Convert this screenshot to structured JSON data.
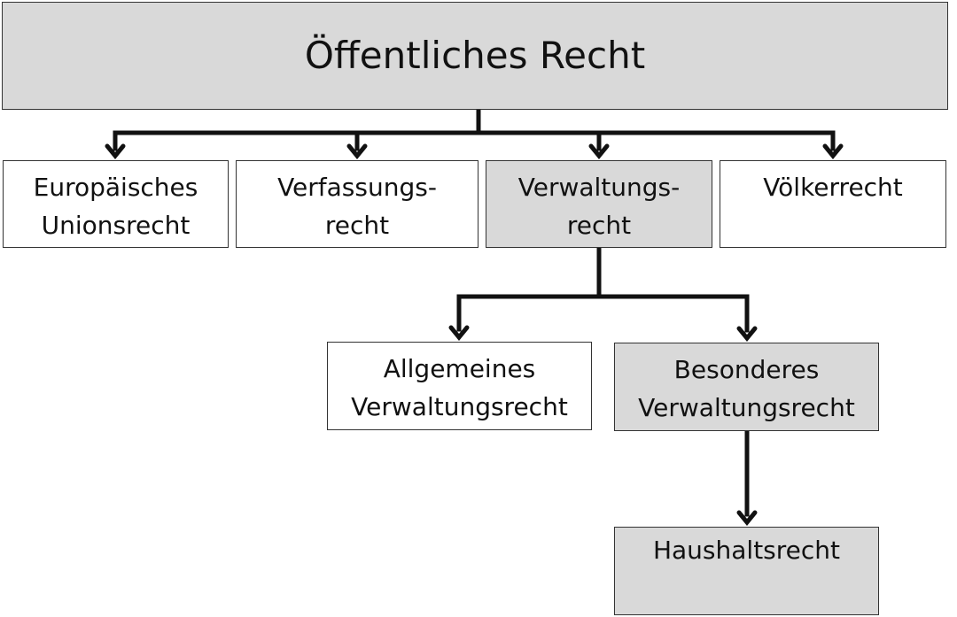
{
  "diagram": {
    "root": {
      "label": "Öffentliches Recht"
    },
    "level1": [
      {
        "label": "Europäisches\nUnionsrecht"
      },
      {
        "label": "Verfassungs-\nrecht"
      },
      {
        "label": "Verwaltungs-\nrecht"
      },
      {
        "label": "Völkerrecht"
      }
    ],
    "level2": [
      {
        "label": "Allgemeines\nVerwaltungsrecht"
      },
      {
        "label": "Besonderes\nVerwaltungsrecht"
      }
    ],
    "level3": [
      {
        "label": "Haushaltsrecht"
      }
    ]
  },
  "colors": {
    "highlight_fill": "#d9d9d9",
    "plain_fill": "#ffffff",
    "stroke": "#111111"
  }
}
